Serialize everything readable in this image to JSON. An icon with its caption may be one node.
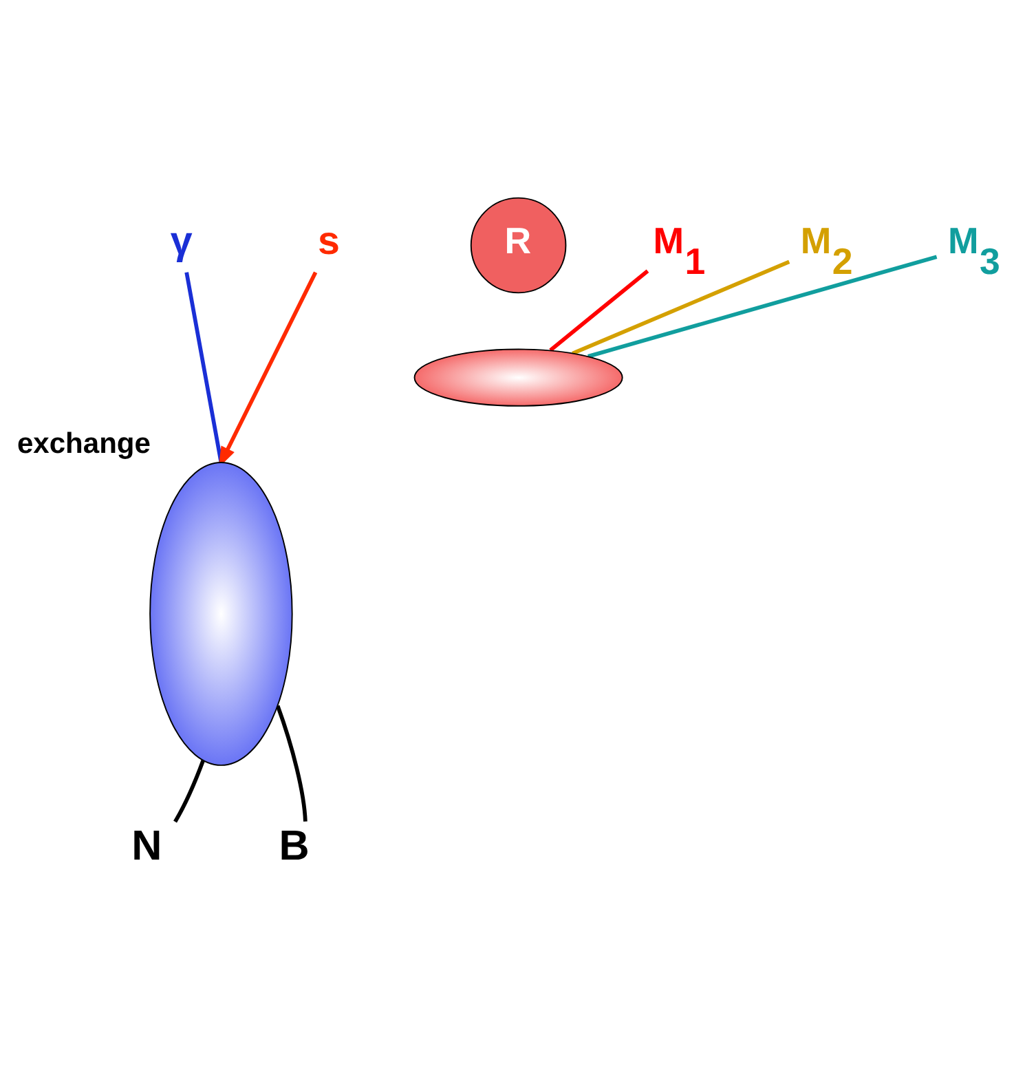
{
  "diagram": {
    "nodes": [
      {
        "text": [
          "γ"
        ]
      },
      {
        "text": [
          "s"
        ]
      },
      {
        "text": [],
        "shape": "ellipse",
        "beside": [
          "exchange"
        ]
      },
      {
        "text": [],
        "shape": "ellipse"
      },
      {
        "text": [
          "R"
        ]
      },
      {
        "text": [
          "M$_{1}$"
        ]
      },
      {
        "text": [
          "M$_{2}$"
        ]
      },
      {
        "text": [
          "M$_{3}$"
        ]
      },
      {
        "text": [
          "N"
        ]
      },
      {
        "text": [
          "B"
        ]
      }
    ],
    "edges": [
      {
        "from": 0,
        "to": 2,
        "arrow": "none",
        "color": "#1a2fd6"
      },
      {
        "from": 1,
        "to": 2,
        "arrow": "to",
        "color": "#ff2a00"
      },
      {
        "from": 3,
        "to": 5,
        "arrow": "none",
        "color": "#ff0000"
      },
      {
        "from": 3,
        "to": 6,
        "arrow": "none",
        "color": "#d4a000"
      },
      {
        "from": 3,
        "to": 7,
        "arrow": "none",
        "color": "#119e9e"
      },
      {
        "from": 8,
        "to": 2,
        "arrow": "none"
      },
      {
        "from": 9,
        "to": 2,
        "arrow": "none"
      }
    ]
  }
}
